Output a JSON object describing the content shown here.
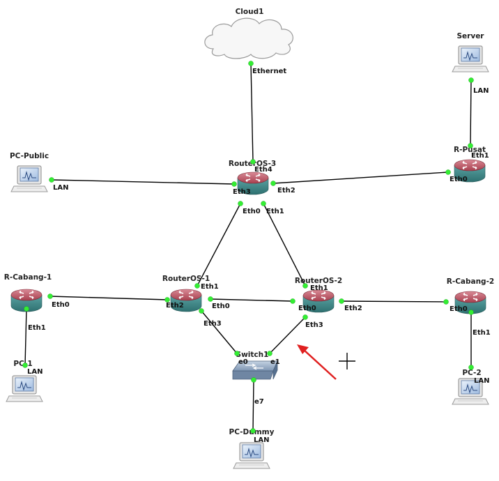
{
  "nodes": {
    "cloud1": {
      "label": "Cloud1",
      "icon": "cloud-icon"
    },
    "server": {
      "label": "Server",
      "icon": "pc-icon"
    },
    "r_pusat": {
      "label": "R-Pusat",
      "icon": "router-icon"
    },
    "routeros3": {
      "label": "RouterOS-3",
      "icon": "router-icon"
    },
    "pc_public": {
      "label": "PC-Public",
      "icon": "pc-icon"
    },
    "r_cabang1": {
      "label": "R-Cabang-1",
      "icon": "router-icon"
    },
    "routeros1": {
      "label": "RouterOS-1",
      "icon": "router-icon"
    },
    "routeros2": {
      "label": "RouterOS-2",
      "icon": "router-icon"
    },
    "r_cabang2": {
      "label": "R-Cabang-2",
      "icon": "router-icon"
    },
    "pc1": {
      "label": "PC-1",
      "icon": "pc-icon"
    },
    "switch1": {
      "label": "Switch1",
      "icon": "switch-icon"
    },
    "pc2": {
      "label": "PC-2",
      "icon": "pc-icon"
    },
    "pc_dummy": {
      "label": "PC-Dummy",
      "icon": "pc-icon"
    }
  },
  "links": [
    {
      "from": "Cloud1",
      "from_port": "Ethernet",
      "to": "RouterOS-3",
      "to_port": "Eth4"
    },
    {
      "from": "Server",
      "from_port": "LAN",
      "to": "R-Pusat",
      "to_port": "Eth1"
    },
    {
      "from": "RouterOS-3",
      "from_port": "Eth2",
      "to": "R-Pusat",
      "to_port": "Eth0"
    },
    {
      "from": "PC-Public",
      "from_port": "LAN",
      "to": "RouterOS-3",
      "to_port": "Eth3"
    },
    {
      "from": "RouterOS-3",
      "from_port": "Eth0",
      "to": "RouterOS-1",
      "to_port": "Eth1"
    },
    {
      "from": "RouterOS-3",
      "from_port": "Eth1",
      "to": "RouterOS-2",
      "to_port": "Eth1"
    },
    {
      "from": "R-Cabang-1",
      "from_port": "Eth0",
      "to": "RouterOS-1",
      "to_port": "Eth2"
    },
    {
      "from": "RouterOS-1",
      "from_port": "Eth0",
      "to": "RouterOS-2",
      "to_port": "Eth0"
    },
    {
      "from": "RouterOS-2",
      "from_port": "Eth2",
      "to": "R-Cabang-2",
      "to_port": "Eth0"
    },
    {
      "from": "RouterOS-1",
      "from_port": "Eth3",
      "to": "Switch1",
      "to_port": "e0"
    },
    {
      "from": "RouterOS-2",
      "from_port": "Eth3",
      "to": "Switch1",
      "to_port": "e1"
    },
    {
      "from": "R-Cabang-1",
      "from_port": "Eth1",
      "to": "PC-1",
      "to_port": "LAN"
    },
    {
      "from": "R-Cabang-2",
      "from_port": "Eth1",
      "to": "PC-2",
      "to_port": "LAN"
    },
    {
      "from": "Switch1",
      "from_port": "e7",
      "to": "PC-Dummy",
      "to_port": "LAN"
    }
  ],
  "ports": {
    "cloud_ethernet": "Ethernet",
    "server_lan": "LAN",
    "rpusat_eth1": "Eth1",
    "rpusat_eth0": "Eth0",
    "r3_eth4": "Eth4",
    "r3_eth3": "Eth3",
    "r3_eth2": "Eth2",
    "r3_eth0": "Eth0",
    "r3_eth1": "Eth1",
    "pcpublic_lan": "LAN",
    "rc1_eth0": "Eth0",
    "rc1_eth1": "Eth1",
    "r1_eth1": "Eth1",
    "r1_eth2": "Eth2",
    "r1_eth0": "Eth0",
    "r1_eth3": "Eth3",
    "r2_eth1": "Eth1",
    "r2_eth0": "Eth0",
    "r2_eth2": "Eth2",
    "r2_eth3": "Eth3",
    "rc2_eth0": "Eth0",
    "rc2_eth1": "Eth1",
    "pc1_lan": "LAN",
    "sw_e0": "e0",
    "sw_e1": "e1",
    "sw_e7": "e7",
    "pc2_lan": "LAN",
    "pcdummy_lan": "LAN"
  },
  "colors": {
    "router_top": "#b04a5a",
    "router_body": "#3d8a8a",
    "port_dot": "#33ee33",
    "arrow": "#e02020"
  },
  "overlay": {
    "arrow_icon": "red-arrow-icon",
    "cursor_icon": "crosshair-cursor-icon"
  }
}
